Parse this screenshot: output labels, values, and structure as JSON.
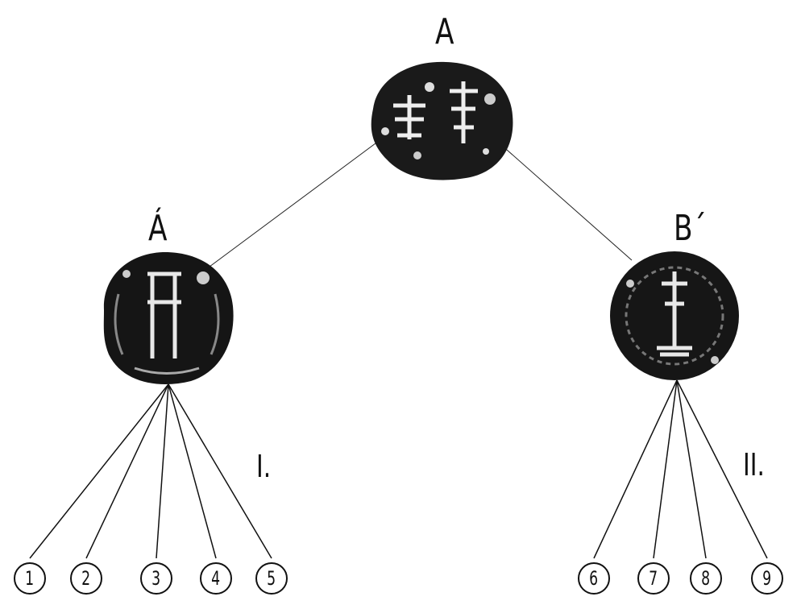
{
  "tree": {
    "root": {
      "label": "A"
    },
    "left": {
      "label": "Á",
      "group_label": "I.",
      "children": [
        "1",
        "2",
        "3",
        "4",
        "5"
      ]
    },
    "right": {
      "label": "B´",
      "group_label": "II.",
      "children": [
        "6",
        "7",
        "8",
        "9"
      ]
    }
  }
}
